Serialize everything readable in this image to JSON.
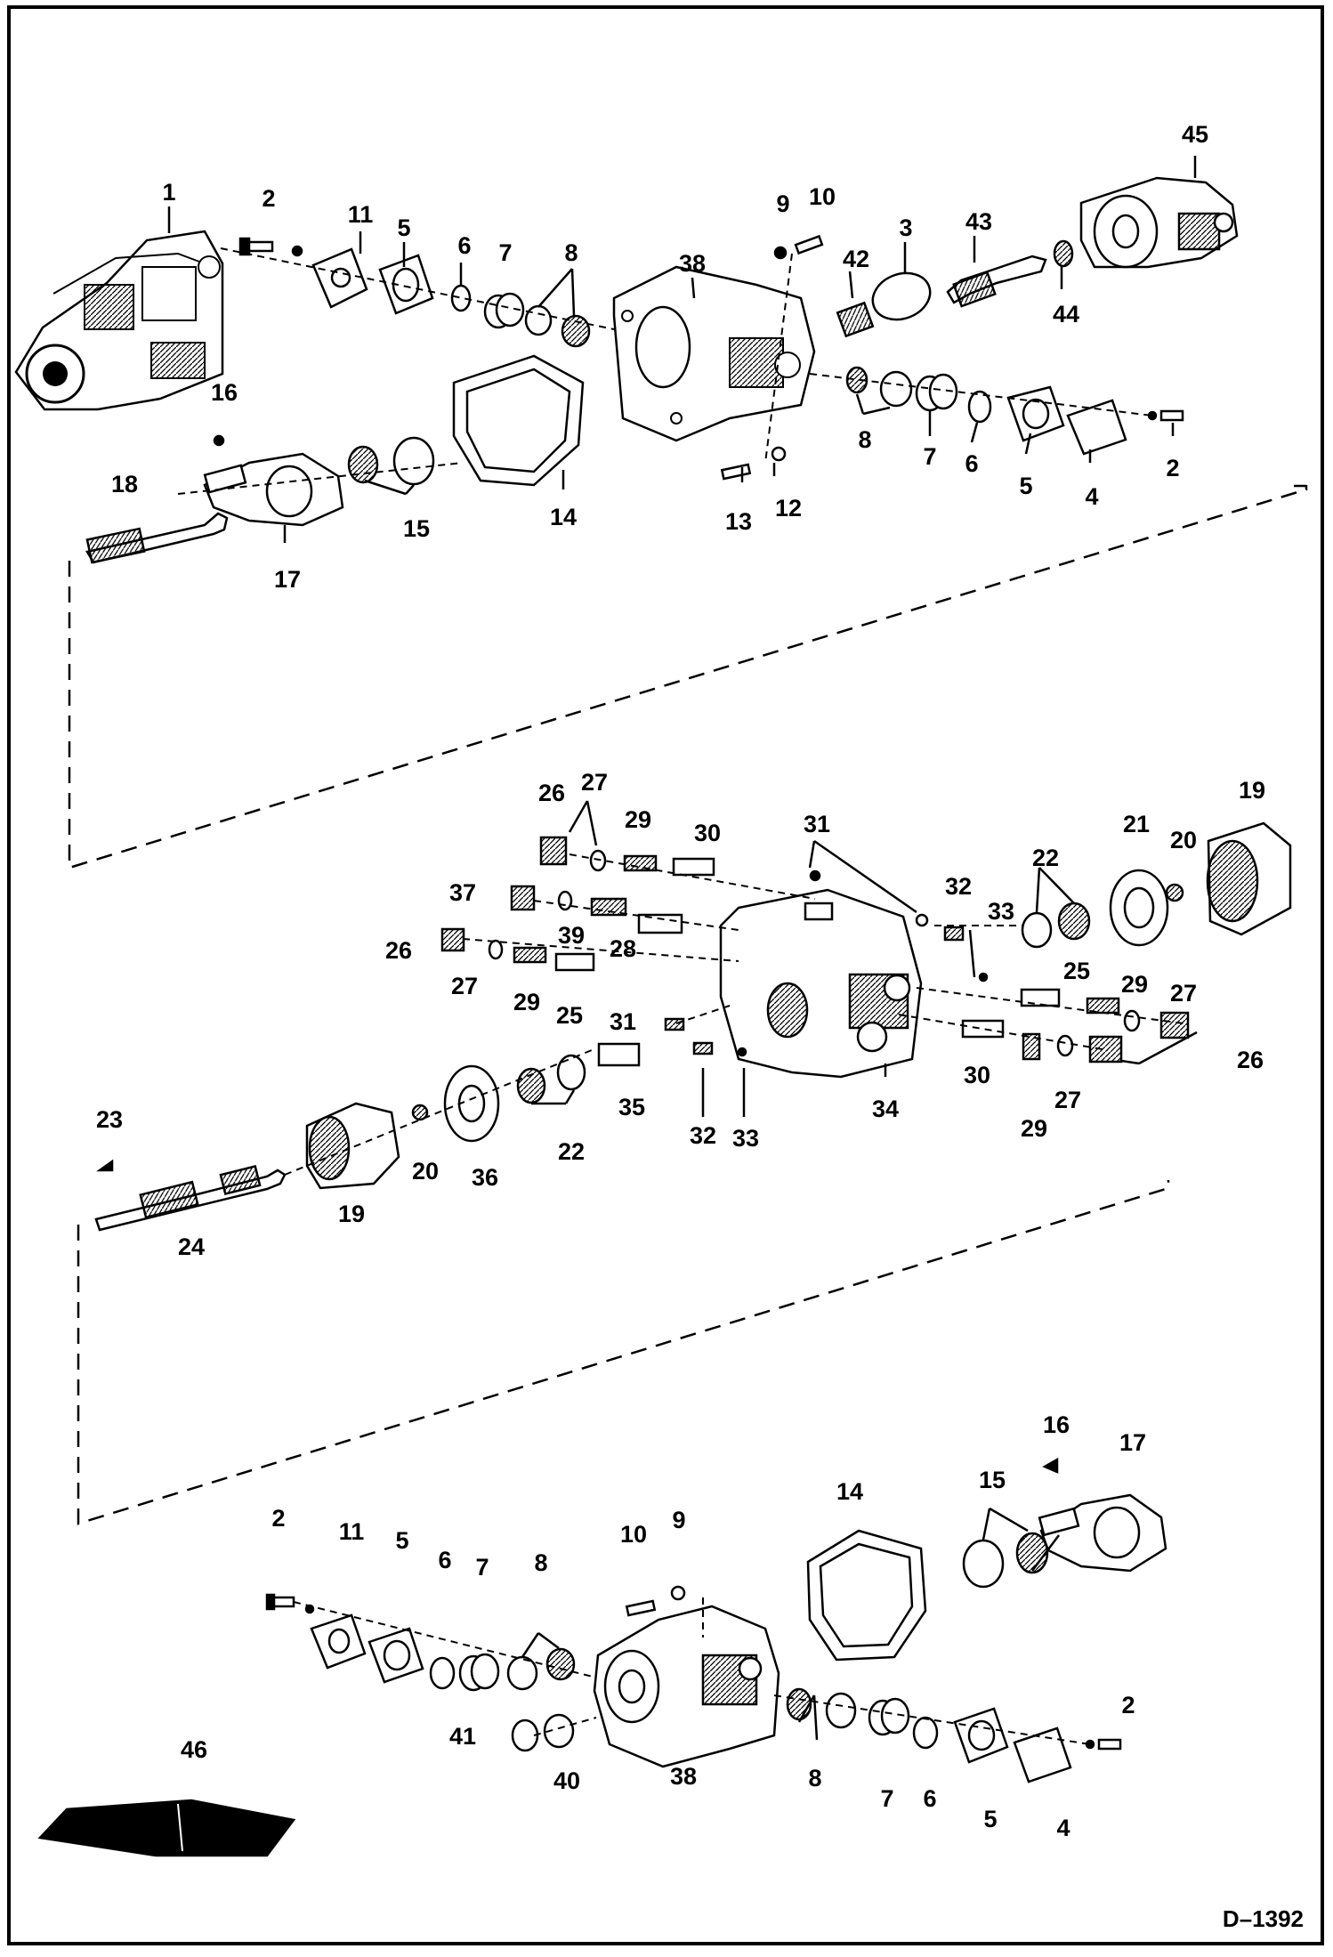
{
  "diagram": {
    "drawing_ref": "D–1392",
    "callouts": {
      "c1": "1",
      "c2a": "2",
      "c11a": "11",
      "c5a": "5",
      "c6a": "6",
      "c7a": "7",
      "c8a": "8",
      "c9a": "9",
      "c10a": "10",
      "c38a": "38",
      "c42": "42",
      "c3": "3",
      "c43": "43",
      "c45": "45",
      "c44": "44",
      "c16a": "16",
      "c18": "18",
      "c17a": "17",
      "c15a": "15",
      "c14a": "14",
      "c13": "13",
      "c12": "12",
      "c8b": "8",
      "c7b": "7",
      "c6b": "6",
      "c5b": "5",
      "c4a": "4",
      "c2b": "2",
      "c26a": "26",
      "c27a": "27",
      "c29a": "29",
      "c30a": "30",
      "c31a": "31",
      "c37": "37",
      "c39": "39",
      "c28": "28",
      "c32a": "32",
      "c33a": "33",
      "c22a": "22",
      "c21": "21",
      "c20a": "20",
      "c19a": "19",
      "c26b": "26",
      "c27b": "27",
      "c29b": "29",
      "c25a": "25",
      "c31b": "31",
      "c25b": "25",
      "c29c": "29",
      "c27c": "27",
      "c26c": "26",
      "c30b": "30",
      "c29d": "29",
      "c27d": "27",
      "c34": "34",
      "c32b": "32",
      "c33b": "33",
      "c35": "35",
      "c22b": "22",
      "c36": "36",
      "c20b": "20",
      "c19b": "19",
      "c23": "23",
      "c24": "24",
      "c16b": "16",
      "c17b": "17",
      "c15b": "15",
      "c14b": "14",
      "c2c": "2",
      "c11b": "11",
      "c5c": "5",
      "c6c": "6",
      "c7c": "7",
      "c8c": "8",
      "c10b": "10",
      "c9b": "9",
      "c41": "41",
      "c40": "40",
      "c38b": "38",
      "c8d": "8",
      "c7d": "7",
      "c6d": "6",
      "c5d": "5",
      "c4b": "4",
      "c2d": "2",
      "c46": "46"
    }
  }
}
